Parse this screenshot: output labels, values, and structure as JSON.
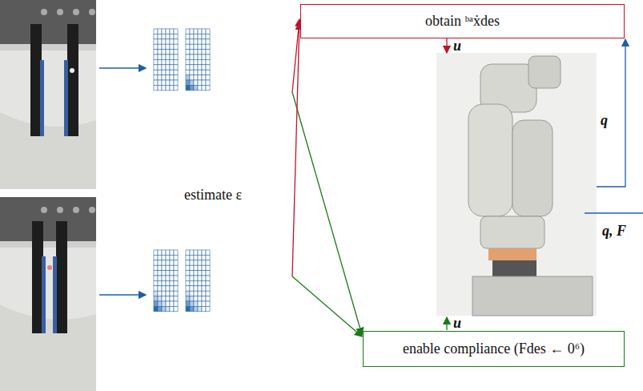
{
  "diagram": {
    "nodes": [
      {
        "text": [
          "obtain ᵇᵃẋdes"
        ]
      },
      {
        "text": [
          "enable compliance (Fdes ← 0⁶)"
        ]
      }
    ],
    "labels": [
      "estimate ε",
      "u",
      "u",
      "q",
      "q, F"
    ]
  }
}
